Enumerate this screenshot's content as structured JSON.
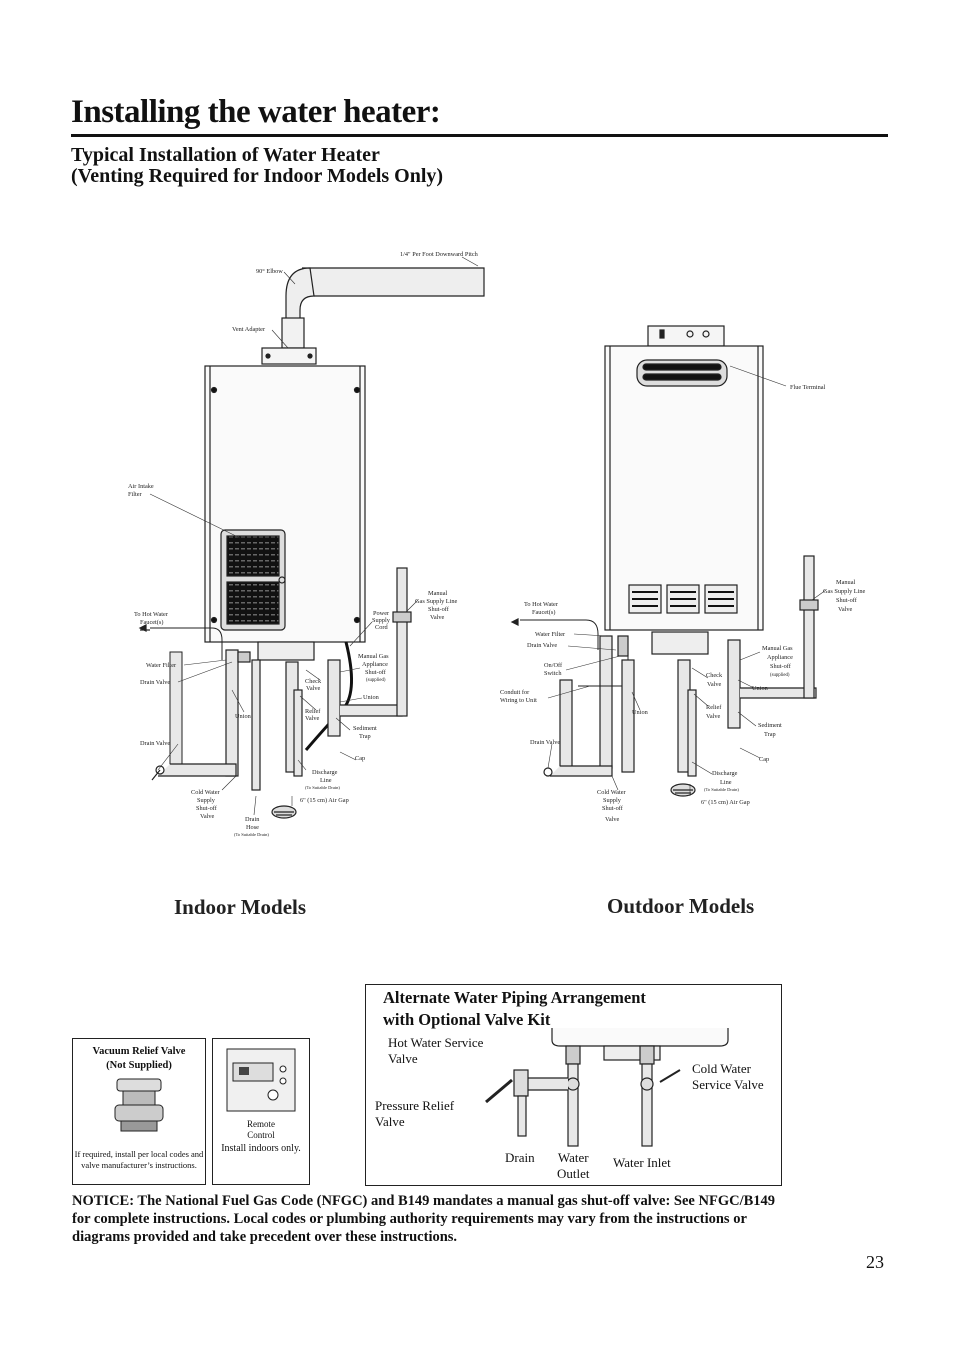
{
  "page": {
    "title": "Installing the water heater:",
    "subtitle_line1": "Typical Installation of Water Heater",
    "subtitle_line2": "(Venting Required for Indoor Models Only)",
    "page_number": "23"
  },
  "indoor": {
    "heading": "Indoor Models",
    "labels": {
      "pitch": "1/4\" Per Foot Downward Pitch",
      "elbow": "90° Elbow",
      "vent_adapter": "Vent Adapter",
      "air_intake_1": "Air Intake",
      "air_intake_2": "Filter",
      "hot_1": "To Hot Water",
      "hot_2": "Faucet(s)",
      "water_filter": "Water Filter",
      "drain_valve_1": "Drain Valve",
      "union_1": "Union",
      "drain_valve_2": "Drain Valve",
      "cold_1": "Cold Water",
      "cold_2": "Supply",
      "cold_3": "Shut-off",
      "cold_4": "Valve",
      "drain_hose_1": "Drain",
      "drain_hose_2": "Hose",
      "drain_hose_3": "(To Suitable Drain)",
      "power_1": "Power",
      "power_2": "Supply",
      "power_3": "Cord",
      "check_1": "Check",
      "check_2": "Valve",
      "relief_1": "Relief",
      "relief_2": "Valve",
      "appl_1": "Manual Gas",
      "appl_2": "Appliance",
      "appl_3": "Shut-off",
      "appl_4": "(supplied)",
      "union_2": "Union",
      "sediment_1": "Sediment",
      "sediment_2": "Trap",
      "cap": "Cap",
      "gasline_1": "Manual",
      "gasline_2": "Gas Supply Line",
      "gasline_3": "Shut-off",
      "gasline_4": "Valve",
      "discharge_1": "Discharge",
      "discharge_2": "Line",
      "discharge_3": "(To Suitable Drain)",
      "airgap": "6\"  (15 cm) Air Gap"
    }
  },
  "outdoor": {
    "heading": "Outdoor Models",
    "labels": {
      "flue": "Flue Terminal",
      "hot_1": "To Hot Water",
      "hot_2": "Faucet(s)",
      "water_filter": "Water Filter",
      "drain_valve_1": "Drain Valve",
      "onoff_1": "On/Off",
      "onoff_2": "Switch",
      "conduit_1": "Conduit for",
      "conduit_2": "Wiring to Unit",
      "union_1": "Union",
      "drain_valve_2": "Drain Valve",
      "cold_1": "Cold Water",
      "cold_2": "Supply",
      "cold_3": "Shut-off",
      "cold_4": "Valve",
      "check_1": "Check",
      "check_2": "Valve",
      "relief_1": "Relief",
      "relief_2": "Valve",
      "appl_1": "Manual Gas",
      "appl_2": "Appliance",
      "appl_3": "Shut-off",
      "appl_4": "(supplied)",
      "union_2": "Union",
      "sediment_1": "Sediment",
      "sediment_2": "Trap",
      "cap": "Cap",
      "gasline_1": "Manual",
      "gasline_2": "Gas Supply Line",
      "gasline_3": "Shut-off",
      "gasline_4": "Valve",
      "discharge_1": "Discharge",
      "discharge_2": "Line",
      "discharge_3": "(To Suitable Drain)",
      "airgap": "6\"  (15 cm) Air Gap"
    }
  },
  "vacuum_box": {
    "title_1": "Vacuum Relief Valve",
    "title_2": "(Not Supplied)",
    "note": "If required, install per local codes and valve manufacturer’s instructions."
  },
  "remote_box": {
    "label_1": "Remote",
    "label_2": "Control",
    "note": "Install indoors only."
  },
  "alt_box": {
    "title_1": "Alternate Water Piping Arrangement",
    "title_2": "with Optional Valve Kit",
    "hot_service_1": "Hot Water Service",
    "hot_service_2": "Valve",
    "pressure_relief_1": "Pressure Relief",
    "pressure_relief_2": "Valve",
    "cold_service_1": "Cold Water",
    "cold_service_2": "Service Valve",
    "drain": "Drain",
    "water_outlet_1": "Water",
    "water_outlet_2": "Outlet",
    "water_inlet": "Water Inlet"
  },
  "notice": "NOTICE: The National Fuel Gas Code (NFGC) and B149 mandates a manual gas shut-off valve: See NFGC/B149 for complete instructions. Local codes or plumbing authority requirements may vary from the instructions or diagrams provided and take precedent over these instructions."
}
